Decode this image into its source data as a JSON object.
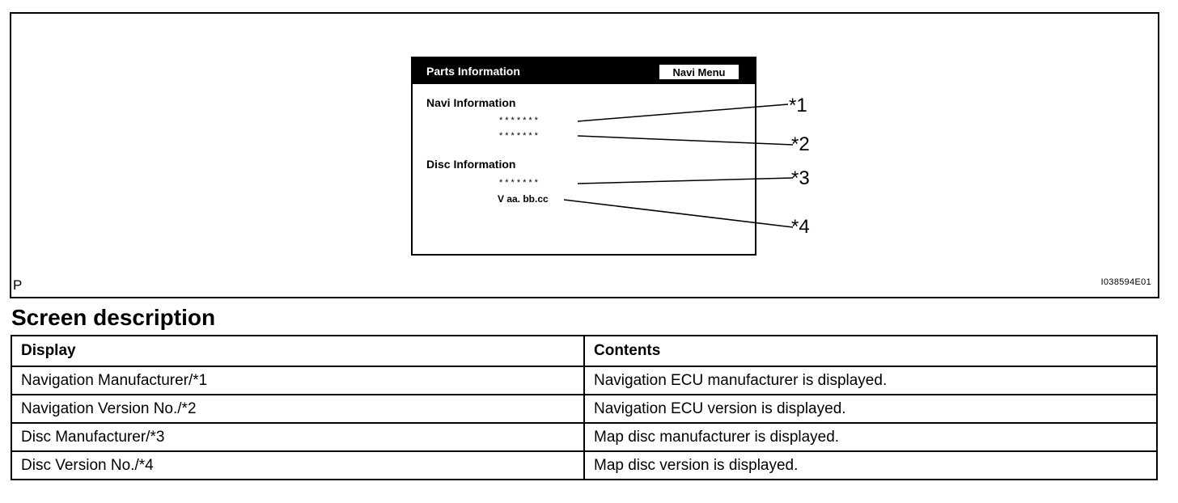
{
  "figure": {
    "screen": {
      "title": "Parts Information",
      "menu_button": "Navi Menu",
      "navi_label": "Navi Information",
      "navi_manufacturer_value": "*******",
      "navi_version_value": "*******",
      "disc_label": "Disc Information",
      "disc_manufacturer_value": "*******",
      "disc_version_value": "V aa. bb.cc"
    },
    "callouts": [
      "*1",
      "*2",
      "*3",
      "*4"
    ],
    "corner_letter": "P",
    "figure_code": "I038594E01"
  },
  "section_heading": "Screen description",
  "table": {
    "headers": [
      "Display",
      "Contents"
    ],
    "rows": [
      [
        "Navigation Manufacturer/*1",
        "Navigation ECU manufacturer is displayed."
      ],
      [
        "Navigation Version No./*2",
        "Navigation ECU version is displayed."
      ],
      [
        "Disc Manufacturer/*3",
        "Map disc manufacturer is displayed."
      ],
      [
        "Disc Version No./*4",
        "Map disc version is displayed."
      ]
    ]
  }
}
